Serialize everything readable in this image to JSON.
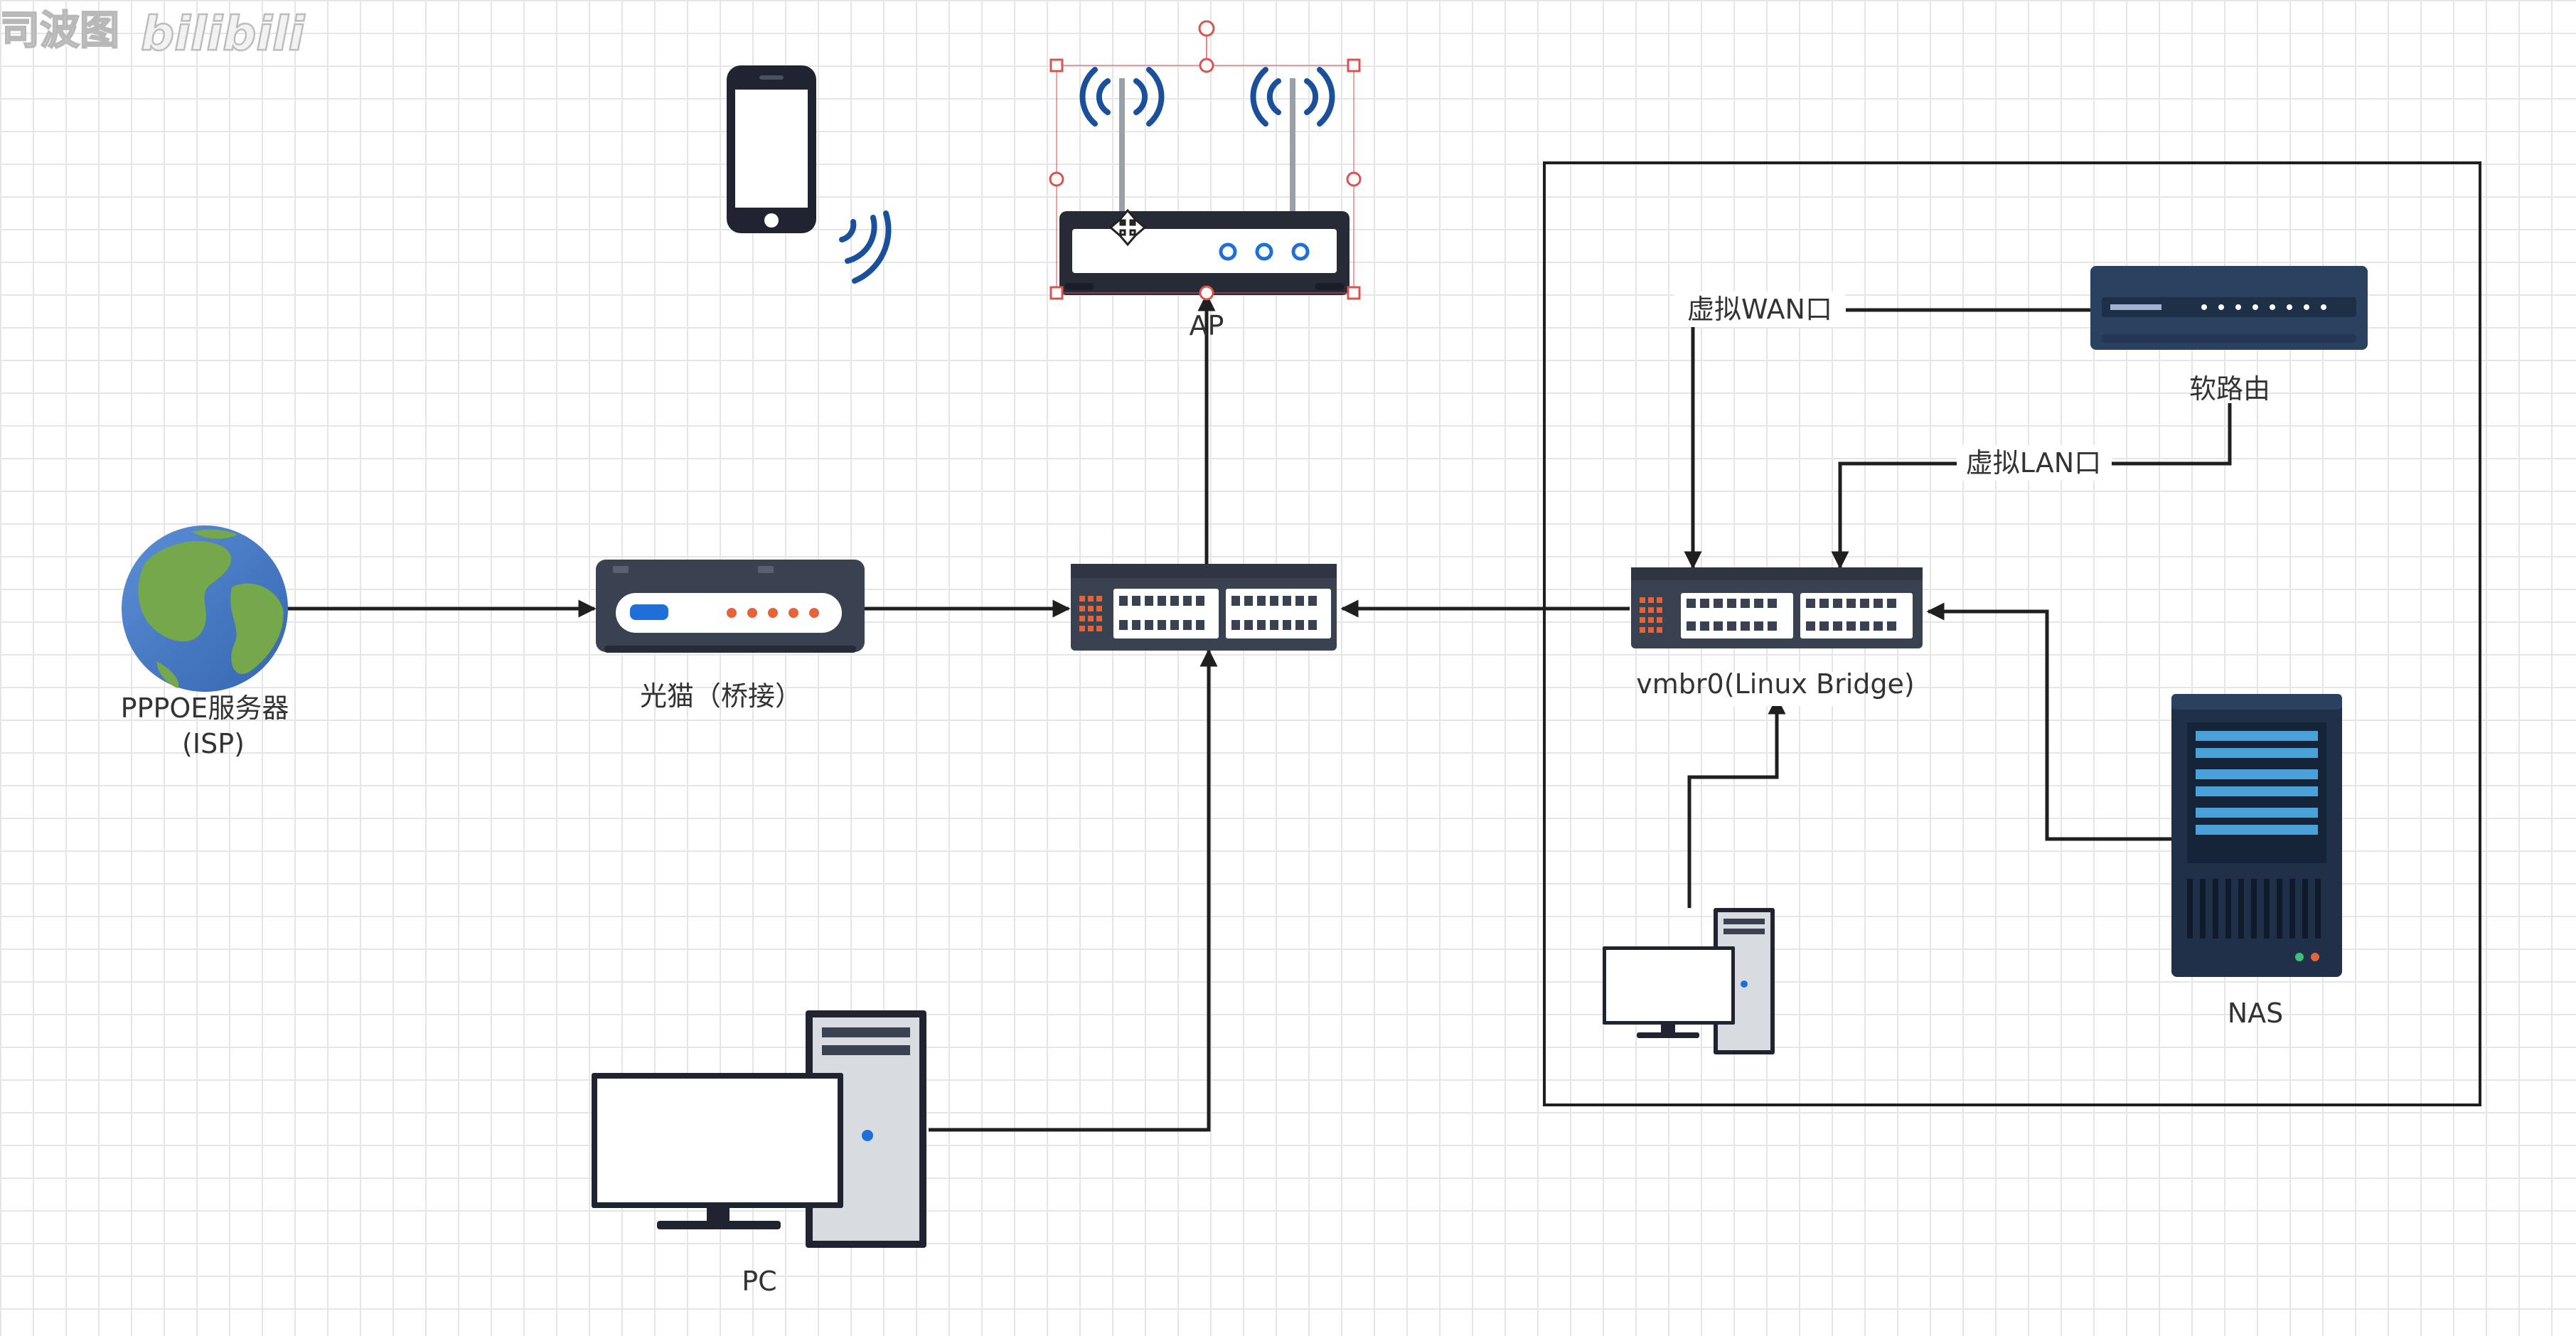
{
  "watermark": {
    "channel_text": "司波图",
    "brand_text": "bilibili"
  },
  "nodes": {
    "isp": {
      "line1": "PPPOE服务器",
      "line2": "(ISP)"
    },
    "modem": {
      "label": "光猫（桥接）"
    },
    "ap": {
      "label": "AP"
    },
    "pc": {
      "label": "PC"
    },
    "vmbr0": {
      "label": "vmbr0(Linux Bridge)"
    },
    "soft_router": {
      "label": "软路由"
    },
    "nas": {
      "label": "NAS"
    }
  },
  "edge_labels": {
    "virtual_wan": "虚拟WAN口",
    "virtual_lan": "虚拟LAN口"
  },
  "colors": {
    "line": "#1f1f1f",
    "device_dark": "#3a4150",
    "device_navy": "#2b4160",
    "accent_blue": "#1e6fd9",
    "accent_orange": "#e4643a",
    "selection": "#d9534f",
    "grid": "#e6e6e6"
  },
  "icons": {
    "isp": "globe-icon",
    "modem": "modem-icon",
    "ap": "wireless-router-icon",
    "phone": "smartphone-icon",
    "wifi": "wifi-signal-icon",
    "switch": "network-switch-icon",
    "soft_router": "router-icon",
    "nas": "nas-server-icon",
    "pc": "desktop-pc-icon",
    "move_cursor": "move-cursor-icon"
  }
}
